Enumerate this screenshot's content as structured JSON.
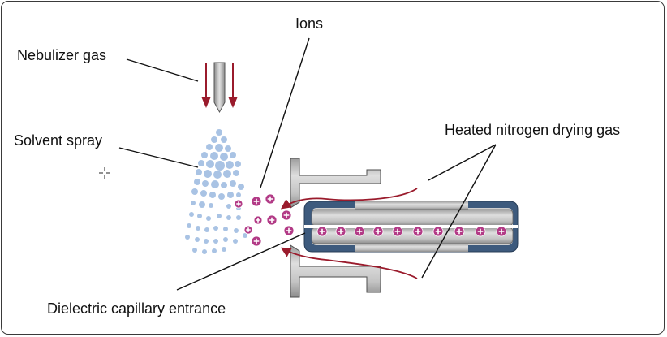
{
  "labels": {
    "nebulizer_gas": "Nebulizer gas",
    "ions": "Ions",
    "solvent_spray": "Solvent spray",
    "heated_nitrogen": "Heated nitrogen drying gas",
    "dielectric_capillary": "Dielectric capillary entrance"
  },
  "icons": {
    "ion": "+",
    "cursor": "crosshair-cursor-icon"
  },
  "colors": {
    "gas_arrow": "#9a1b2c",
    "ion": "#b23a86",
    "droplet": "#a9c3e4",
    "metal": "#bdbdbd",
    "capillary_sleeve": "#3d5a7d",
    "leader_line": "#111111"
  }
}
